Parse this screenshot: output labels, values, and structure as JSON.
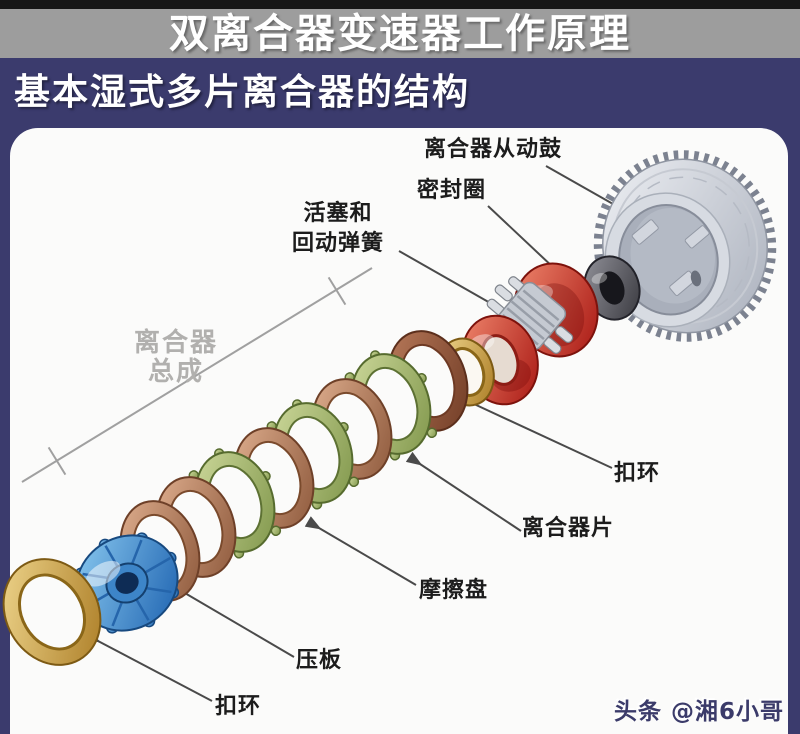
{
  "header": {
    "title": "双离合器变速器工作原理",
    "subtitle": "基本湿式多片离合器的结构"
  },
  "diagram": {
    "labels": {
      "drum": "离合器从动鼓",
      "seal": "密封圈",
      "piston_line1": "活塞和",
      "piston_line2": "回动弹簧",
      "assembly_line1": "离合器",
      "assembly_line2": "总成",
      "snap_ring_right": "扣环",
      "clutch_plate": "离合器片",
      "friction_disc": "摩擦盘",
      "pressure_plate": "压板",
      "snap_ring_bottom": "扣环"
    }
  },
  "watermark": {
    "text": "头条 @湘6小哥"
  },
  "colors": {
    "top_strip": "#161616",
    "banner_gray": "#9d9d9d",
    "banner_navy": "#3b3b6d",
    "panel_bg": "#fbfbfa",
    "label_text": "#1c1c1c",
    "assembly_label_text": "#b1b0ae",
    "leader_line": "#4a4a4a",
    "dimension_line": "#a0a0a0",
    "gold_ring": "#d8b04a",
    "blue_plate": "#2f78c2",
    "copper_ring": "#b07a52",
    "green_plate": "#9cb060",
    "red_piston": "#c62318",
    "seal_dark": "#4a4a52",
    "drum_gray": "#c3c8d2",
    "watermark_text": "#3b3b6a"
  }
}
